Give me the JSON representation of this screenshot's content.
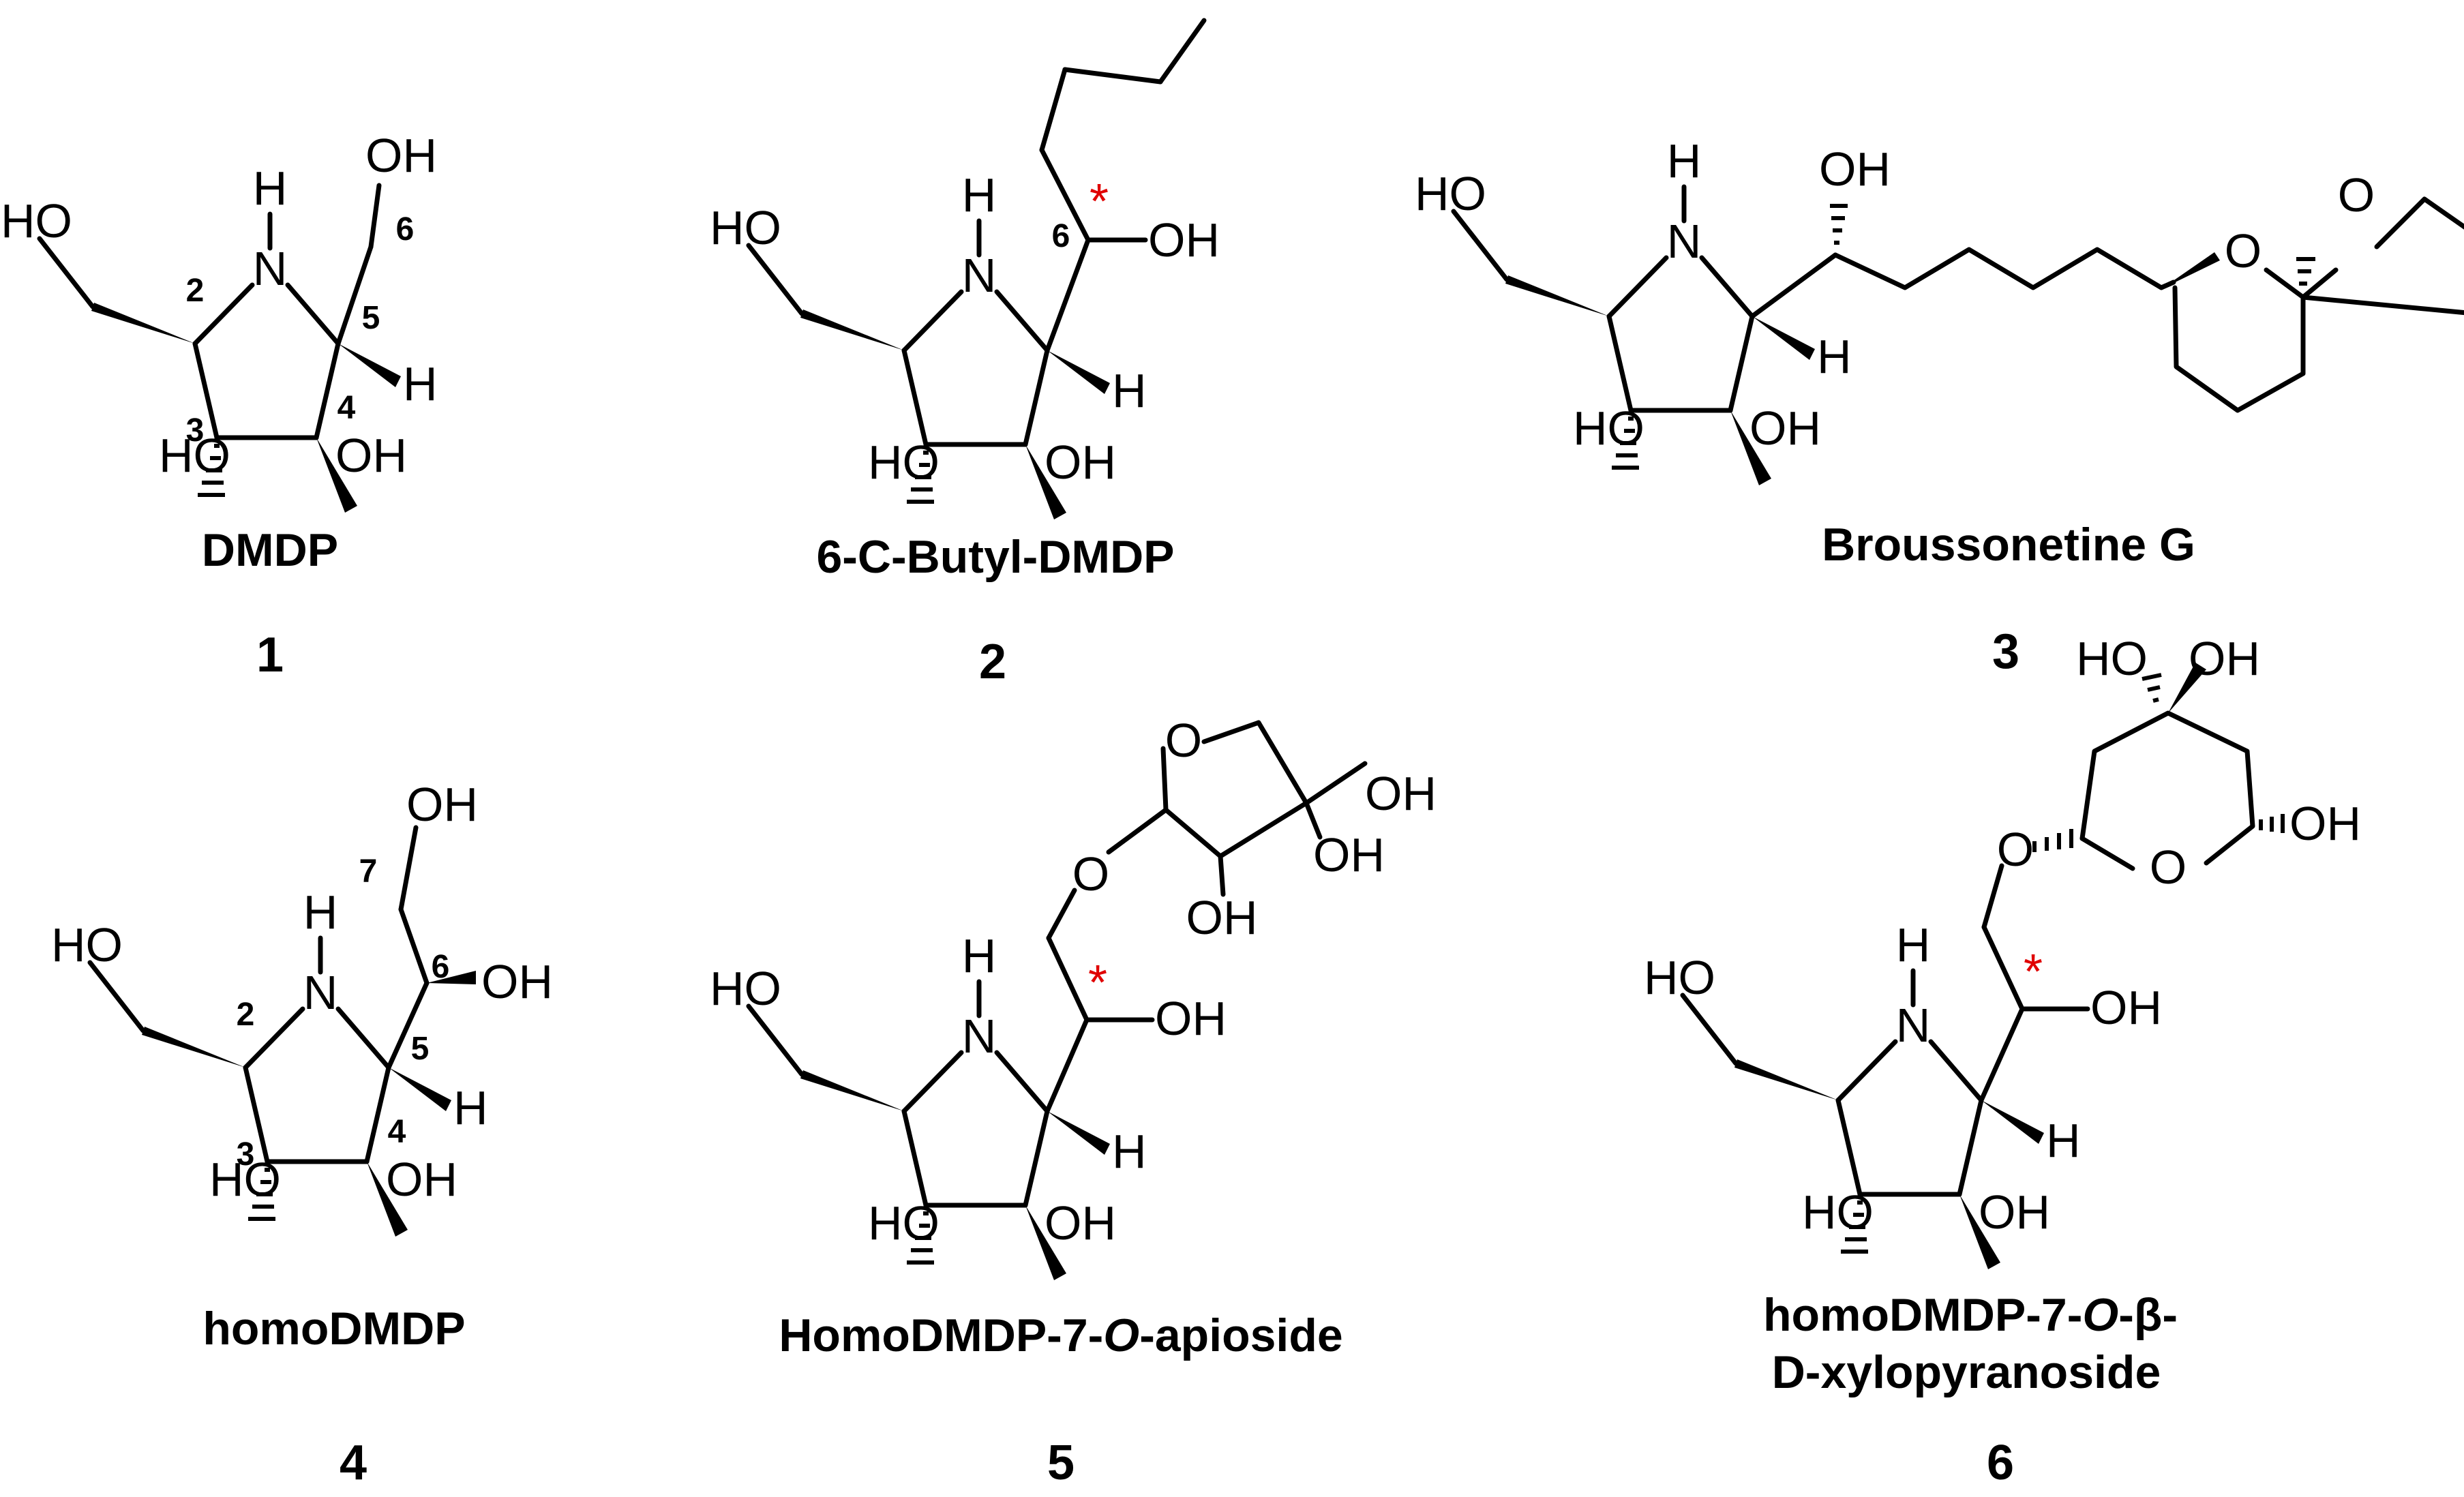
{
  "compounds": [
    {
      "name": "DMDP",
      "id": "1",
      "atoms": {
        "oh_top": "OH",
        "ho_left": "HO",
        "nh": "H",
        "n": "N",
        "h5": "H",
        "ho3": "HO",
        "oh4": "OH"
      },
      "numbers": {
        "c2": "2",
        "c3": "3",
        "c4": "4",
        "c5": "5",
        "c6": "6"
      }
    },
    {
      "name": "6-C-Butyl-DMDP",
      "id": "2",
      "atoms": {
        "ho_left": "HO",
        "nh": "H",
        "n": "N",
        "oh6": "OH",
        "h5": "H",
        "ho3": "HO",
        "oh4": "OH"
      },
      "numbers": {
        "c6": "6"
      },
      "stereo_mark": "*"
    },
    {
      "name": "Broussonetine G",
      "id": "3",
      "atoms": {
        "ho_left": "HO",
        "nh": "H",
        "n": "N",
        "oh_chain": "OH",
        "h5": "H",
        "ho3": "HO",
        "oh4": "OH",
        "o_ring": "O",
        "o_thf": "O"
      }
    },
    {
      "name": "homoDMDP",
      "id": "4",
      "atoms": {
        "oh7": "OH",
        "ho_left": "HO",
        "nh": "H",
        "n": "N",
        "oh6": "OH",
        "h5": "H",
        "ho3": "HO",
        "oh4": "OH"
      },
      "numbers": {
        "c2": "2",
        "c3": "3",
        "c4": "4",
        "c5": "5",
        "c6": "6",
        "c7": "7"
      }
    },
    {
      "name_pre": "HomoDMDP-7-",
      "name_italic": "O",
      "name_post": "-apioside",
      "id": "5",
      "atoms": {
        "o_ring": "O",
        "oh_ch2": "OH",
        "oh_q": "OH",
        "oh_c2": "OH",
        "o_link": "O",
        "ho_left": "HO",
        "nh": "H",
        "n": "N",
        "oh6": "OH",
        "h5": "H",
        "ho3": "HO",
        "oh4": "OH"
      },
      "stereo_mark": "*"
    },
    {
      "name_line1_pre": "homoDMDP-7-",
      "name_line1_italic": "O",
      "name_line1_post": "-β-",
      "name_line2": "D-xylopyranoside",
      "id": "6",
      "atoms": {
        "ho_a": "HO",
        "oh_b": "OH",
        "oh_c": "OH",
        "o_link": "O",
        "o_ring": "O",
        "ho_left": "HO",
        "nh": "H",
        "n": "N",
        "oh6": "OH",
        "h5": "H",
        "ho3": "HO",
        "oh4": "OH"
      },
      "stereo_mark": "*"
    }
  ]
}
